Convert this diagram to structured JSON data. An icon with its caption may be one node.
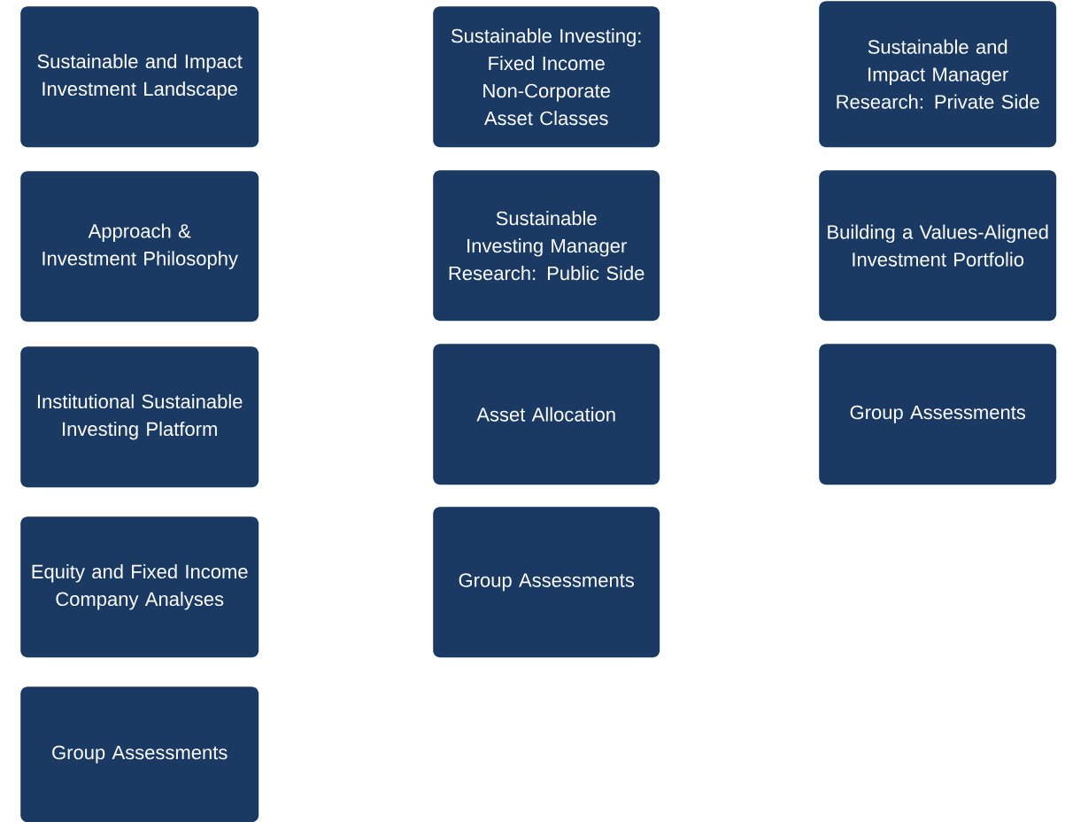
{
  "diagram": {
    "nodes": [
      {
        "text": [
          "Sustainable and Impact Investment Landscape"
        ]
      },
      {
        "text": [
          "Approach & Investment Philosophy"
        ]
      },
      {
        "text": [
          "Institutional Sustainable Investing Platform"
        ]
      },
      {
        "text": [
          "Equity and Fixed Income Company Analyses"
        ]
      },
      {
        "text": [
          "Group Assessments"
        ]
      },
      {
        "text": [
          "Sustainable Investing: Fixed Income Non-Corporate Asset Classes"
        ]
      },
      {
        "text": [
          "Sustainable Investing Manager Research: Public Side"
        ]
      },
      {
        "text": [
          "Asset Allocation"
        ]
      },
      {
        "text": [
          "Group Assessments"
        ]
      },
      {
        "text": [
          "Sustainable and Impact Manager Research: Private Side"
        ]
      },
      {
        "text": [
          "Building a Values-Aligned Investment Portfolio"
        ]
      },
      {
        "text": [
          "Group Assessments"
        ]
      }
    ]
  }
}
